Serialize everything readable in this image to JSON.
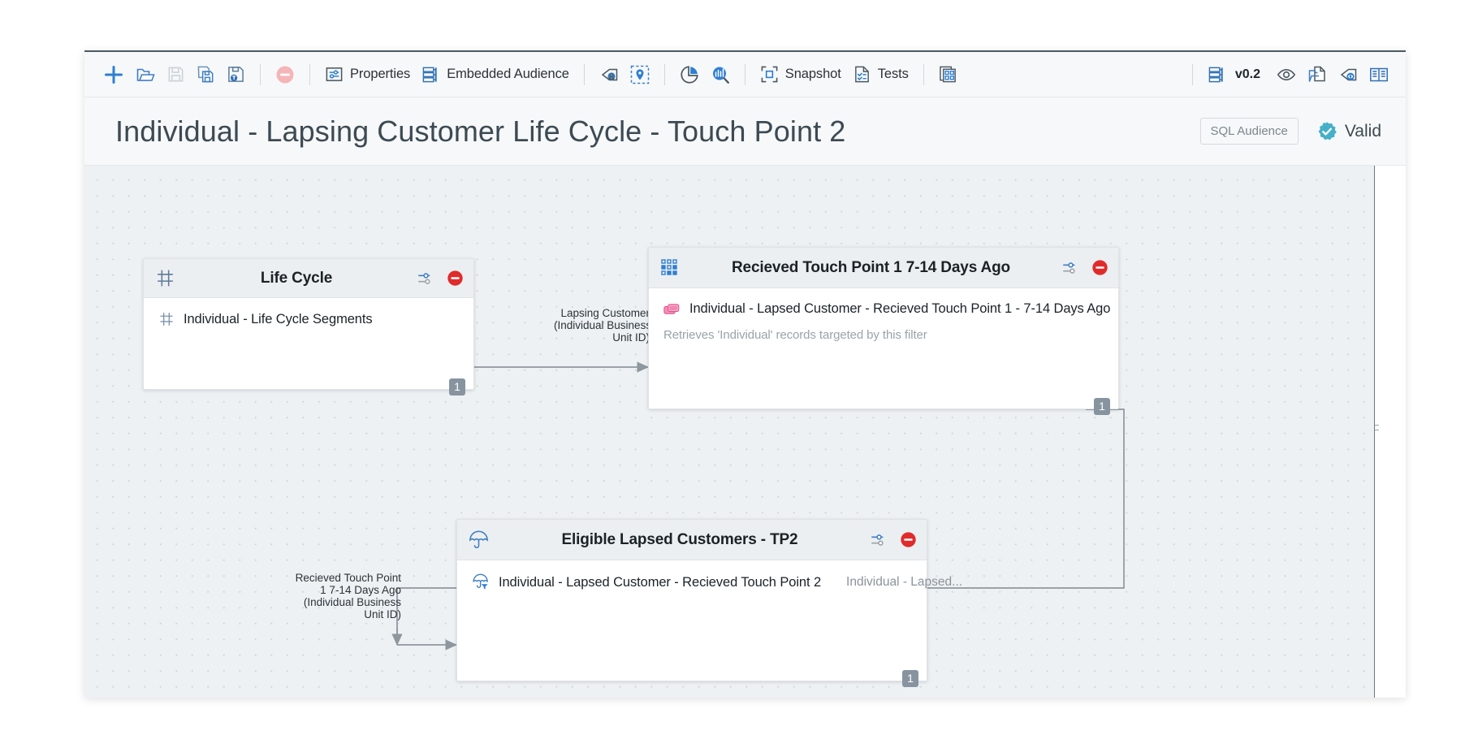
{
  "toolbar": {
    "left_icons": [
      {
        "name": "add-icon",
        "title": "New"
      },
      {
        "name": "open-folder-icon",
        "title": "Open"
      },
      {
        "name": "save-icon",
        "title": "Save"
      },
      {
        "name": "save-as-icon",
        "title": "Save As"
      },
      {
        "name": "save-template-icon",
        "title": "Save as Template"
      },
      {
        "name": "delete-icon",
        "title": "Delete"
      }
    ],
    "properties_label": "Properties",
    "embedded_audience_label": "Embedded Audience",
    "tag_user_icon": "tag-user-icon",
    "pin_icon": "pin-location-icon",
    "pie_chart_icon": "pie-chart-icon",
    "analyze_icon": "analyze-magnifier-icon",
    "snapshot_label": "Snapshot",
    "tests_label": "Tests",
    "grid_copy_icon": "grid-copy-icon",
    "version_label": "v0.2",
    "version_icon": "layers-icon",
    "preview_icon": "eye-icon",
    "copy_doc_icon": "copy-document-icon",
    "tag_code_icon": "tag-code-icon",
    "book_icon": "open-book-icon"
  },
  "header": {
    "title": "Individual - Lapsing Customer Life Cycle - Touch Point 2",
    "sql_audience_label": "SQL Audience",
    "valid_label": "Valid",
    "valid_color": "#45b0c8"
  },
  "canvas": {
    "nodes": [
      {
        "id": "life-cycle",
        "title": "Life Cycle",
        "head_icon": "grid-table-icon",
        "row_label": "Individual - Life Cycle Segments",
        "row_icon": "grid-table-icon",
        "row_extra": "",
        "subtitle": "",
        "badge": "1"
      },
      {
        "id": "recieved-touch-point-1",
        "title": "Recieved Touch Point 1 7-14 Days Ago",
        "head_icon": "dot-matrix-icon",
        "row_label": "Individual - Lapsed Customer - Recieved Touch Point 1 - 7-14 Days Ago",
        "row_icon": "stacked-cards-icon",
        "row_extra": "",
        "subtitle": "Retrieves 'Individual' records targeted by this filter",
        "badge": "1"
      },
      {
        "id": "eligible-lapsed-customers-tp2",
        "title": "Eligible Lapsed Customers - TP2",
        "head_icon": "umbrella-icon",
        "row_label": "Individual - Lapsed Customer - Recieved Touch Point 2",
        "row_icon": "umbrella-filter-icon",
        "row_extra": "Individual - Lapsed...",
        "subtitle": "",
        "badge": "1"
      }
    ],
    "edges": [
      {
        "id": "edge-lifecycle-to-tp1",
        "lines": [
          "Lapsing Customer",
          "(Individual Business",
          "Unit ID)"
        ]
      },
      {
        "id": "edge-tp1-to-eligible",
        "lines": [
          "Recieved Touch Point",
          "1 7-14 Days Ago",
          "(Individual Business",
          "Unit ID)"
        ]
      }
    ],
    "node_actions": {
      "settings_icon": "sliders-settings-icon",
      "remove_icon": "remove-circle-icon"
    }
  }
}
